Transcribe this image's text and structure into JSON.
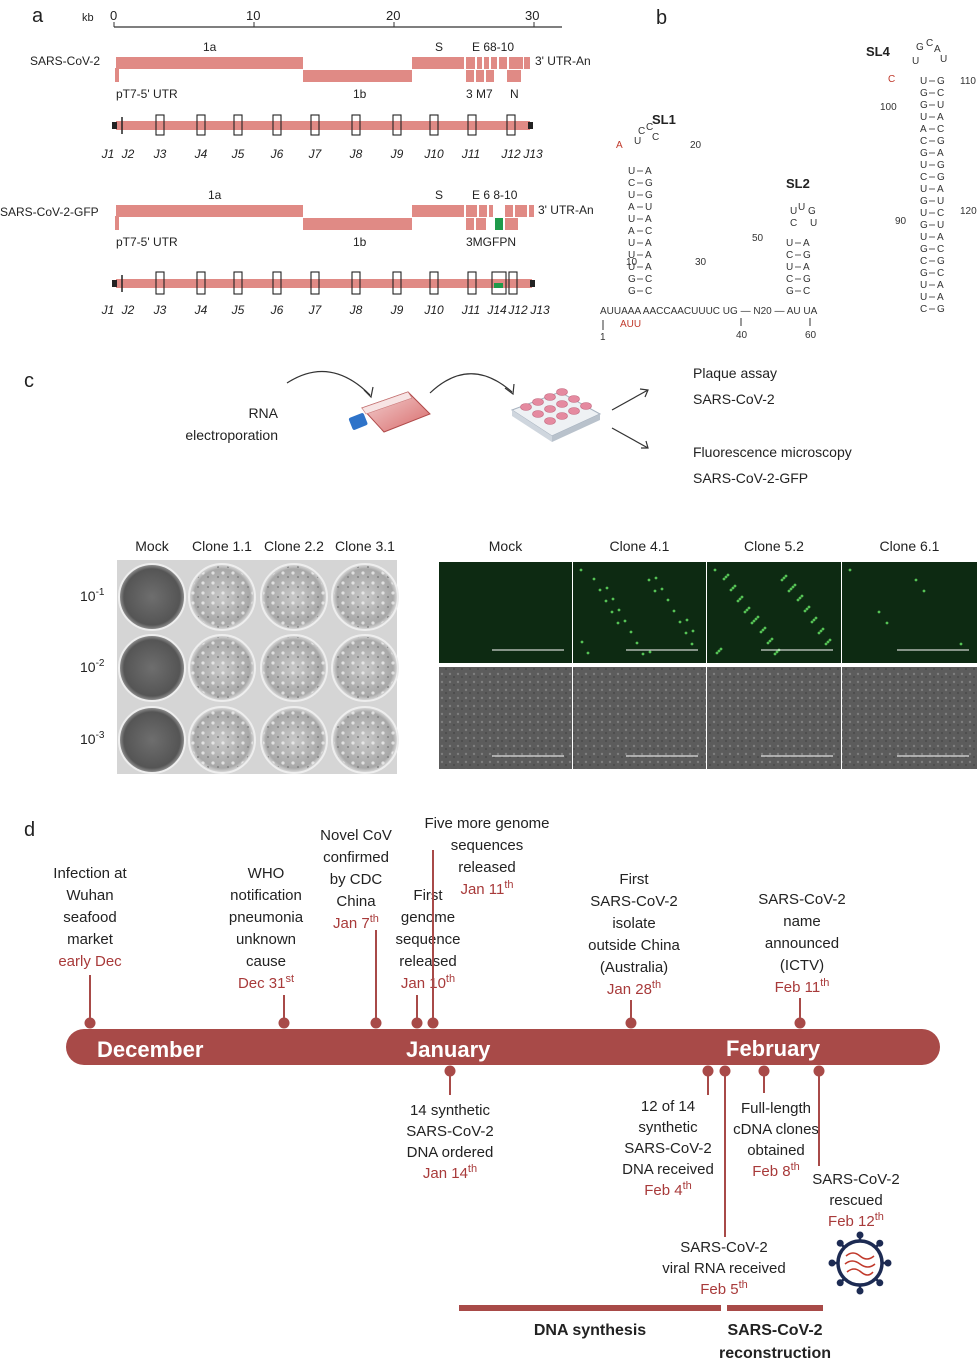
{
  "labels": {
    "a": "a",
    "b": "b",
    "c": "c",
    "d": "d"
  },
  "genome": {
    "kb_label": "kb",
    "scale_ticks": [
      "0",
      "10",
      "20",
      "30"
    ],
    "track1": {
      "name": "SARS-CoV-2",
      "orf1a": "1a",
      "orf1b": "1b",
      "s": "S",
      "top_genes": "E 68-10",
      "bottom_genes": "3 M7",
      "n": "N",
      "utr3": "3' UTR-An",
      "utr5": "pT7-5' UTR"
    },
    "track2": {
      "name": "SARS-CoV-2-GFP",
      "orf1a": "1a",
      "orf1b": "1b",
      "s": "S",
      "top_genes": "E 6 8-10",
      "bottom_genes": "3MGFPN",
      "utr3": "3' UTR-An",
      "utr5": "pT7-5' UTR"
    },
    "junctions1": [
      "J1",
      "J2",
      "J3",
      "J4",
      "J5",
      "J6",
      "J7",
      "J8",
      "J9",
      "J10",
      "J11",
      "J12",
      "J13"
    ],
    "junctions2": [
      "J1",
      "J2",
      "J3",
      "J4",
      "J5",
      "J6",
      "J7",
      "J8",
      "J9",
      "J10",
      "J11",
      "J14",
      "J12",
      "J13"
    ],
    "colors": {
      "gene": "#e08a85",
      "gfp": "#1f9a4a",
      "timeline": "#a84a48"
    }
  },
  "rna": {
    "sl1": "SL1",
    "sl2": "SL2",
    "sl4": "SL4",
    "base_seq": "AUUAAA   AACCAACUUUC   UG  —  N20  —  AU   UA",
    "alt_seq": "AUU",
    "positions": {
      "p1": "1",
      "p10": "10",
      "p20": "20",
      "p30": "30",
      "p40": "40",
      "p50": "50",
      "p60": "60",
      "p90": "90",
      "p100": "100",
      "p110": "110",
      "p120": "120"
    }
  },
  "workflow": {
    "electroporation_line1": "RNA",
    "electroporation_line2": "electroporation",
    "plaque_line1": "Plaque assay",
    "plaque_line2": "SARS-CoV-2",
    "fluor_line1": "Fluorescence microscopy",
    "fluor_line2": "SARS-CoV-2-GFP"
  },
  "plaque": {
    "columns": [
      "Mock",
      "Clone 1.1",
      "Clone 2.2",
      "Clone 3.1"
    ],
    "dilutions": [
      {
        "base": "10",
        "exp": "-1"
      },
      {
        "base": "10",
        "exp": "-2"
      },
      {
        "base": "10",
        "exp": "-3"
      }
    ]
  },
  "microscopy": {
    "columns": [
      "Mock",
      "Clone 4.1",
      "Clone 5.2",
      "Clone 6.1"
    ],
    "green_level": [
      0.0,
      0.45,
      0.85,
      0.1
    ]
  },
  "timeline": {
    "months": [
      "December",
      "January",
      "February"
    ],
    "above": [
      {
        "lines": [
          "Infection at",
          "Wuhan",
          "seafood",
          "market"
        ],
        "date": "early Dec"
      },
      {
        "lines": [
          "WHO",
          "notification",
          "pneumonia",
          "unknown",
          "cause"
        ],
        "date": "Dec 31",
        "sup": "st"
      },
      {
        "lines": [
          "Novel CoV",
          "confirmed",
          "by CDC",
          "China"
        ],
        "date": "Jan 7",
        "sup": "th"
      },
      {
        "lines": [
          "First",
          "genome",
          "sequence",
          "released"
        ],
        "date": "Jan 10",
        "sup": "th"
      },
      {
        "lines": [
          "Five more genome",
          "sequences",
          "released"
        ],
        "date": "Jan 11",
        "sup": "th"
      },
      {
        "lines": [
          "First",
          "SARS-CoV-2",
          "isolate",
          "outside China",
          "(Australia)"
        ],
        "date": "Jan 28",
        "sup": "th"
      },
      {
        "lines": [
          "SARS-CoV-2",
          "name",
          "announced",
          "(ICTV)"
        ],
        "date": "Feb 11",
        "sup": "th"
      }
    ],
    "below": [
      {
        "lines": [
          "14 synthetic",
          "SARS-CoV-2",
          "DNA ordered"
        ],
        "date": "Jan 14",
        "sup": "th"
      },
      {
        "lines": [
          "12 of 14",
          "synthetic",
          "SARS-CoV-2",
          "DNA received"
        ],
        "date": "Feb 4",
        "sup": "th"
      },
      {
        "lines": [
          "Full-length",
          "cDNA clones",
          "obtained"
        ],
        "date": "Feb 8",
        "sup": "th"
      },
      {
        "lines": [
          "SARS-CoV-2",
          "viral RNA received"
        ],
        "date": "Feb 5",
        "sup": "th"
      },
      {
        "lines": [
          "SARS-CoV-2",
          "rescued"
        ],
        "date": "Feb 12",
        "sup": "th"
      }
    ],
    "phases": [
      {
        "lines": [
          "DNA synthesis"
        ]
      },
      {
        "lines": [
          "SARS-CoV-2",
          "reconstruction"
        ]
      }
    ]
  }
}
